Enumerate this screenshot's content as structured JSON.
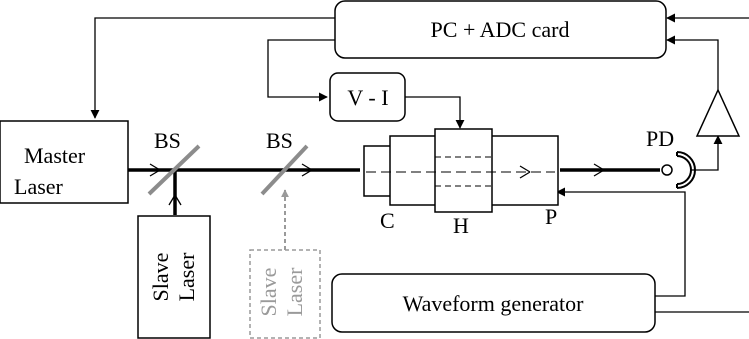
{
  "diagram": {
    "pc_adc_label": "PC + ADC card",
    "vi_label": "V - I",
    "master_laser_label": [
      "Master",
      "Laser"
    ],
    "bs1_label": "BS",
    "bs2_label": "BS",
    "slave_laser_label": [
      "Slave",
      "Laser"
    ],
    "slave_laser_faded_label": [
      "Slave",
      "Laser"
    ],
    "pd_label": "PD",
    "c_label": "C",
    "h_label": "H",
    "p_label": "P",
    "waveform_label": "Waveform generator",
    "colors": {
      "line": "#000000",
      "beam_splitter": "#8c8c8c",
      "faded": "#9a9a9a"
    }
  }
}
